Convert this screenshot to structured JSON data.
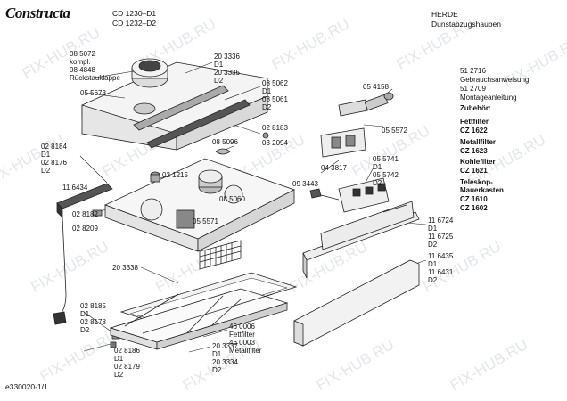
{
  "header": {
    "brand": "Constructa",
    "models": [
      "CD 1230–D1",
      "CD 1232–D2"
    ],
    "manufacturer": "HERDE",
    "product": "Dunstabzugshauben"
  },
  "docs": {
    "items": [
      "51 2716",
      "Gebrauchsanweisung",
      "51 2709",
      "Montageanleitung"
    ]
  },
  "accessories": {
    "title": "Zubehör:",
    "groups": [
      {
        "name": "Fettfilter",
        "code": "CZ 1622"
      },
      {
        "name": "Metallfilter",
        "code": "CZ 1623"
      },
      {
        "name": "Kohlefilter",
        "code": "CZ 1621"
      },
      {
        "name": "Teleskop-Mauerkasten",
        "codes": [
          "CZ 1610",
          "CZ 1602"
        ]
      }
    ]
  },
  "labels": {
    "l_085072": "08 5072",
    "l_kompl": "kompl.",
    "l_084848": "08 4848",
    "l_rueck": "Rückstauklappe",
    "l_055673": "05 5673",
    "l_203336": "20 3336",
    "l_203336_d": "D1",
    "l_203335": "20 3335",
    "l_203335_d": "D2",
    "l_085062": "08 5062",
    "l_085062_d": "D1",
    "l_085061": "08 5061",
    "l_085061_d": "D2",
    "l_028183": "02 8183",
    "l_085096": "08 5096",
    "l_032094": "03 2094",
    "l_054158": "05 4158",
    "l_055572": "05 5572",
    "l_028184": "02 8184",
    "l_028184_d": "D1",
    "l_028176": "02 8176",
    "l_028176_d": "D2",
    "l_116434": "11 6434",
    "l_028182": "02 8182",
    "l_028209": "02 8209",
    "l_021215": "02 1215",
    "l_085060": "08 5060",
    "l_055571": "05 5571",
    "l_043817": "04 3817",
    "l_093443": "09 3443",
    "l_055741": "05 5741",
    "l_055741_d": "D1",
    "l_055742": "05 5742",
    "l_055742_d": "D2",
    "l_116724": "11 6724",
    "l_116724_d": "D1",
    "l_116725": "11 6725",
    "l_116725_d": "D2",
    "l_116435": "11 6435",
    "l_116435_d": "D1",
    "l_116431": "11 6431",
    "l_116431_d": "D2",
    "l_203338": "20 3338",
    "l_028185": "02 8185",
    "l_028185_d": "D1",
    "l_028178": "02 8178",
    "l_028178_d": "D2",
    "l_028186": "02 8186",
    "l_028186_d": "D1",
    "l_028179": "02 8179",
    "l_028179_d": "D2",
    "l_460006": "46 0006",
    "l_fettfilter": "Fettfilter",
    "l_460003": "46 0003",
    "l_metallfilter": "Metallfilter",
    "l_203337": "20 3337",
    "l_203337_d": "D1",
    "l_203334": "20 3334",
    "l_203334_d": "D2"
  },
  "footer": {
    "doc_id": "e330020-1/1"
  },
  "watermark": "FIX-HUB.RU"
}
